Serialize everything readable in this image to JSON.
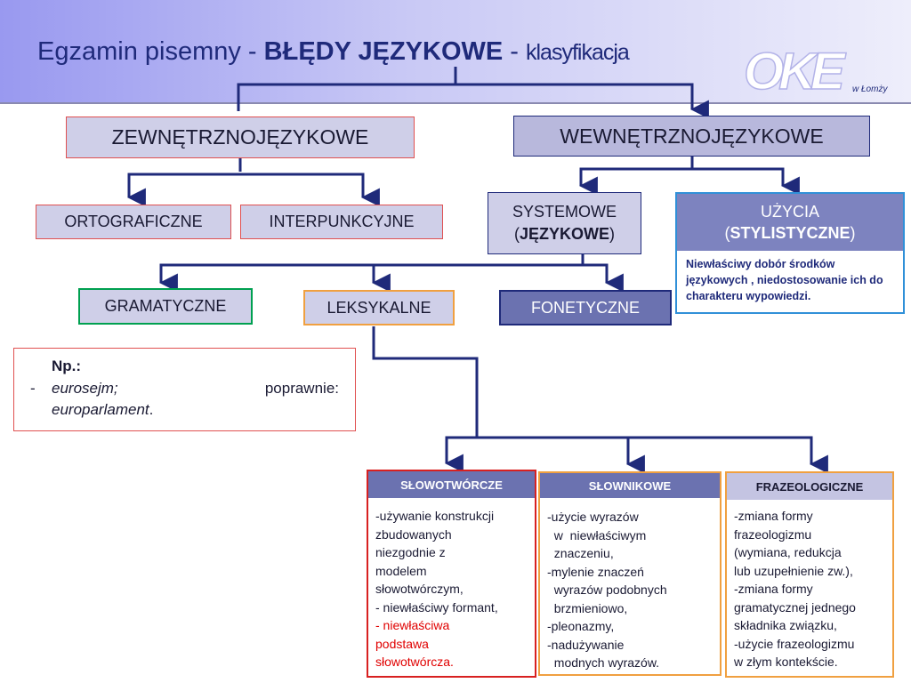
{
  "header": {
    "title_part1": "Egzamin pisemny - ",
    "title_bold": "BŁĘDY JĘZYKOWE",
    "title_part2": " - ",
    "title_small": "klasyfikacja",
    "logo_text": "OKE",
    "logo_sub": "w Łomży"
  },
  "nodes": {
    "zewnetrzne": "ZEWNĘTRZNOJĘZYKOWE",
    "wewnetrzne": "WEWNĘTRZNOJĘZYKOWE",
    "ortograficzne": "ORTOGRAFICZNE",
    "interpunkcyjne": "INTERPUNKCYJNE",
    "systemowe_line1": "SYSTEMOWE",
    "systemowe_line2_open": "(",
    "systemowe_line2_bold": "JĘZYKOWE",
    "systemowe_line2_close": ")",
    "uzycia_line1": "UŻYCIA",
    "uzycia_line2_open": "(",
    "uzycia_line2_bold": "STYLISTYCZNE",
    "uzycia_line2_close": ")",
    "uzycia_desc": "Niewłaściwy dobór środków językowych , niedostosowanie ich do charakteru wypowiedzi.",
    "gramatyczne": "GRAMATYCZNE",
    "leksykalne": "LEKSYKALNE",
    "fonetyczne": "FONETYCZNE"
  },
  "example": {
    "label": "Np.:",
    "dash": "-",
    "wrong": "eurosejm;",
    "correct_label": "poprawnie:",
    "correct": "europarlament",
    "period": "."
  },
  "columns": {
    "slowotworcze": {
      "title": "SŁOWOTWÓRCZE",
      "lines": [
        "-używanie konstrukcji",
        "zbudowanych",
        "niezgodnie z",
        "modelem",
        "słowotwórczym,",
        "- niewłaściwy formant,"
      ],
      "highlight_lines": [
        "- niewłaściwa",
        "podstawa",
        "słowotwórcza."
      ]
    },
    "slownikowe": {
      "title": "SŁOWNIKOWE",
      "lines": [
        "-użycie wyrazów",
        "  w  niewłaściwym",
        "  znaczeniu,",
        "-mylenie znaczeń",
        "  wyrazów podobnych",
        "  brzmieniowo,",
        "-pleonazmy,",
        "-nadużywanie",
        "  modnych wyrazów."
      ]
    },
    "frazeologiczne": {
      "title": "FRAZEOLOGICZNE",
      "lines": [
        "-zmiana formy",
        "frazeologizmu",
        "(wymiana, redukcja",
        "lub uzupełnienie  zw.),",
        "-zmiana formy",
        "gramatycznej jednego",
        "składnika związku,",
        "-użycie frazeologizmu",
        "w złym kontekście."
      ]
    }
  },
  "colors": {
    "navy": "#1f2a7a",
    "red_border": "#e05050",
    "green_border": "#00a050",
    "orange_border": "#f0a040",
    "blue_border": "#3090d8",
    "highlight_red": "#e00000"
  }
}
